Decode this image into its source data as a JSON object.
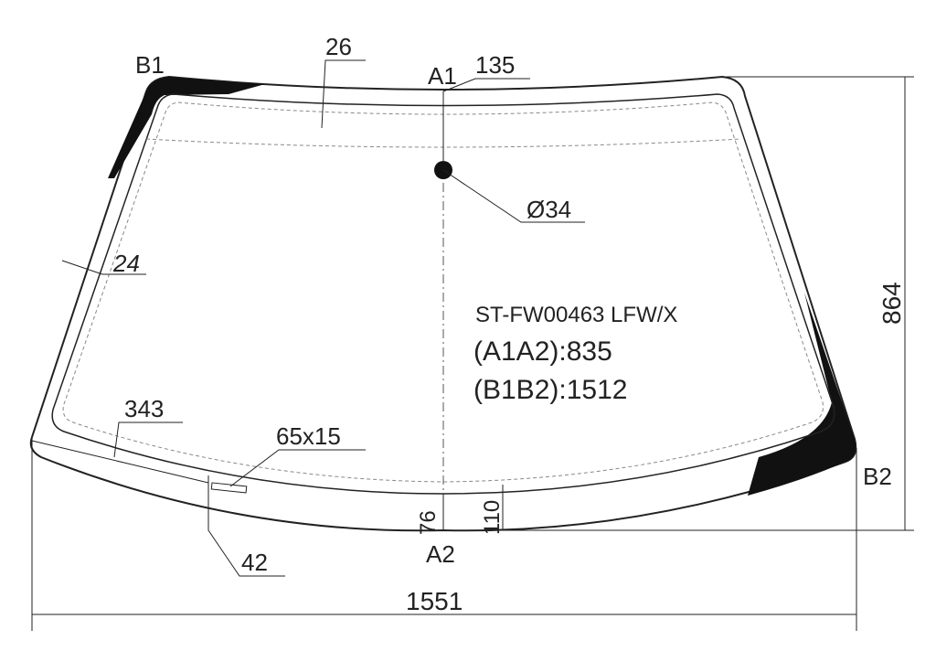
{
  "part_code": "ST-FW00463 LFW/X",
  "a1a2": "(A1A2):835",
  "b1b2": "(B1B2):1512",
  "points": {
    "a1": "A1",
    "a2": "A2",
    "b1": "B1",
    "b2": "B2"
  },
  "dimensions": {
    "top_band": "26",
    "a1_offset": "135",
    "hole_diameter": "Ø34",
    "side_band": "24",
    "label_pos": "343",
    "label_size": "65x15",
    "label_offset": "42",
    "bottom_inner": "76",
    "bottom_outer": "110",
    "height": "864",
    "width": "1551"
  },
  "colors": {
    "outline": "#222222",
    "band": "#111111",
    "dim": "#222222"
  }
}
